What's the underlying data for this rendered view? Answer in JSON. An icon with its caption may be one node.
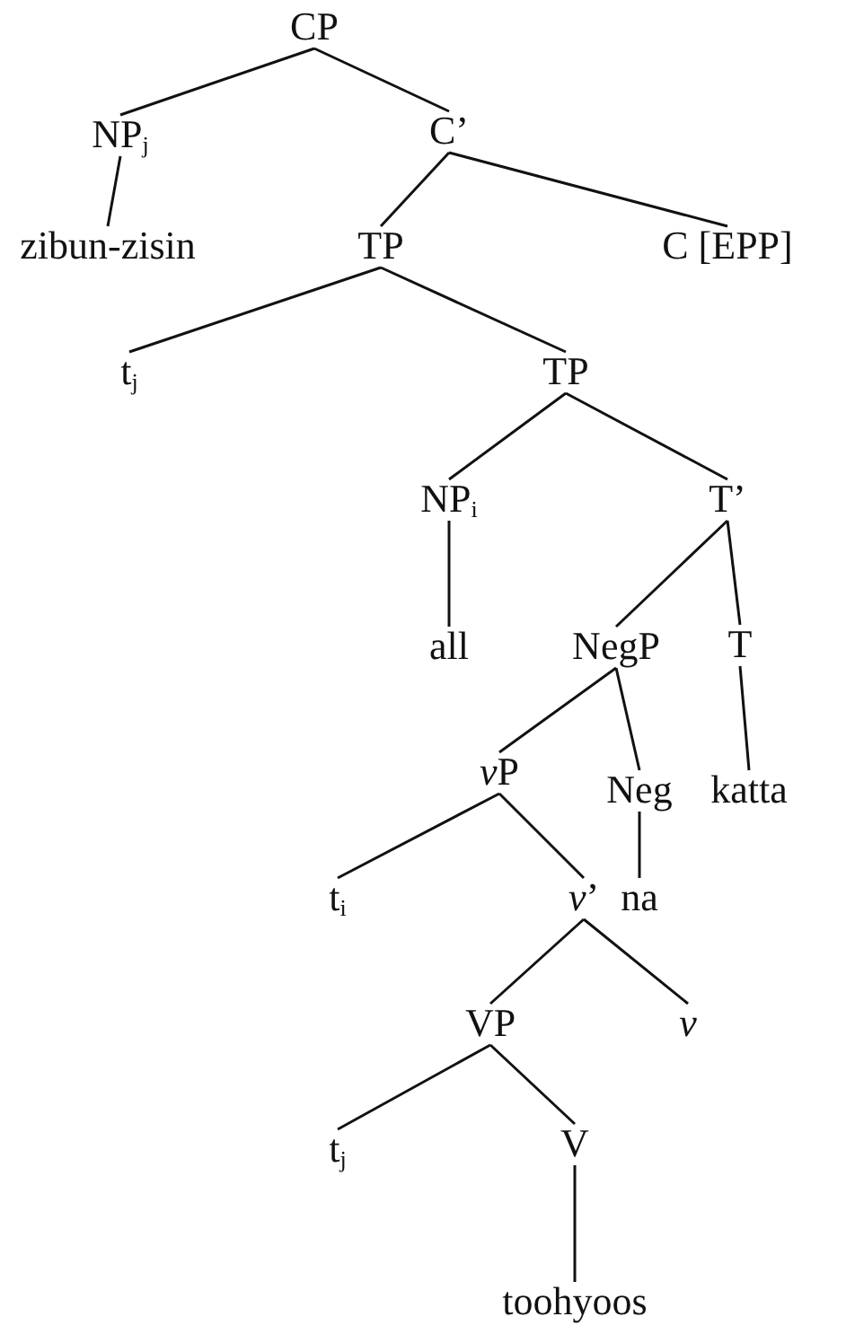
{
  "diagram": {
    "nodes": [
      {
        "text": [
          "CP"
        ]
      },
      {
        "text": [
          "NP$_{j}$"
        ]
      },
      {
        "text": [
          "C’"
        ]
      },
      {
        "text": [
          "zibun-zisin"
        ]
      },
      {
        "text": [
          "TP"
        ]
      },
      {
        "text": [
          "C [EPP]"
        ]
      },
      {
        "text": [
          "t$_{j}$"
        ]
      },
      {
        "text": [
          "TP"
        ]
      },
      {
        "text": [
          "NP$_{i}$"
        ]
      },
      {
        "text": [
          "T’"
        ]
      },
      {
        "text": [
          "all"
        ]
      },
      {
        "text": [
          "NegP"
        ]
      },
      {
        "text": [
          "T"
        ]
      },
      {
        "text": [
          "vP"
        ]
      },
      {
        "text": [
          "Neg"
        ]
      },
      {
        "text": [
          "katta"
        ]
      },
      {
        "text": [
          "t$_{i}$"
        ]
      },
      {
        "text": [
          "v’"
        ]
      },
      {
        "text": [
          "na"
        ]
      },
      {
        "text": [
          "VP"
        ]
      },
      {
        "text": [
          "v"
        ]
      },
      {
        "text": [
          "t$_{j}$"
        ]
      },
      {
        "text": [
          "V"
        ]
      },
      {
        "text": [
          "toohyoos"
        ]
      }
    ],
    "edges": [
      {
        "from": 0,
        "to": 1,
        "arrow": "none"
      },
      {
        "from": 0,
        "to": 2,
        "arrow": "none"
      },
      {
        "from": 1,
        "to": 3,
        "arrow": "none"
      },
      {
        "from": 2,
        "to": 4,
        "arrow": "none"
      },
      {
        "from": 2,
        "to": 5,
        "arrow": "none"
      },
      {
        "from": 4,
        "to": 6,
        "arrow": "none"
      },
      {
        "from": 4,
        "to": 7,
        "arrow": "none"
      },
      {
        "from": 7,
        "to": 8,
        "arrow": "none"
      },
      {
        "from": 7,
        "to": 9,
        "arrow": "none"
      },
      {
        "from": 8,
        "to": 10,
        "arrow": "none"
      },
      {
        "from": 9,
        "to": 11,
        "arrow": "none"
      },
      {
        "from": 9,
        "to": 12,
        "arrow": "none"
      },
      {
        "from": 11,
        "to": 13,
        "arrow": "none"
      },
      {
        "from": 11,
        "to": 14,
        "arrow": "none"
      },
      {
        "from": 12,
        "to": 15,
        "arrow": "none"
      },
      {
        "from": 13,
        "to": 16,
        "arrow": "none"
      },
      {
        "from": 13,
        "to": 17,
        "arrow": "none"
      },
      {
        "from": 14,
        "to": 18,
        "arrow": "none"
      },
      {
        "from": 17,
        "to": 19,
        "arrow": "none"
      },
      {
        "from": 17,
        "to": 20,
        "arrow": "none"
      },
      {
        "from": 19,
        "to": 21,
        "arrow": "none"
      },
      {
        "from": 19,
        "to": 22,
        "arrow": "none"
      },
      {
        "from": 22,
        "to": 23,
        "arrow": "none"
      }
    ]
  }
}
